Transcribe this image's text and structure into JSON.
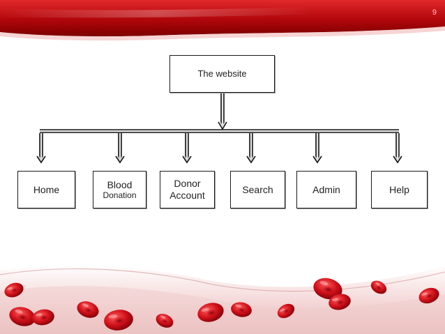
{
  "slide": {
    "number": "9"
  },
  "diagram": {
    "root": {
      "label": "The website"
    },
    "children": [
      {
        "id": "home",
        "lines": [
          "Home"
        ]
      },
      {
        "id": "blood",
        "lines": [
          "Blood",
          "Donation"
        ]
      },
      {
        "id": "donor",
        "lines": [
          "Donor",
          "Account"
        ]
      },
      {
        "id": "search",
        "lines": [
          "Search"
        ]
      },
      {
        "id": "admin",
        "lines": [
          "Admin"
        ]
      },
      {
        "id": "help",
        "lines": [
          "Help"
        ]
      }
    ]
  },
  "colors": {
    "banner_dark": "#8e0000",
    "banner_light": "#e02020",
    "cell_red": "#c8101a",
    "connector": "#111111"
  },
  "icons": {
    "decoration": "blood-cells-decoration"
  }
}
